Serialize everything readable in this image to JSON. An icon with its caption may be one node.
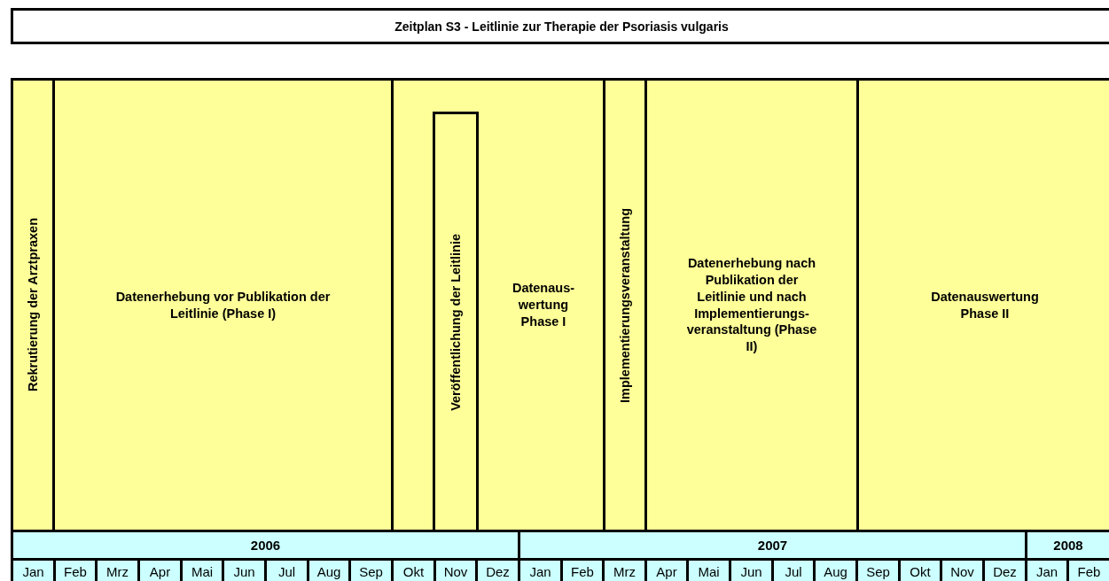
{
  "diagram": {
    "title": "Zeitplan S3 - Leitlinie zur Therapie der Psoriasis vulgaris",
    "nodes": [
      {
        "text": [
          "Rekrutierung der Arztpraxen"
        ]
      },
      {
        "text": [
          "Datenerhebung vor Publikation der Leitlinie (Phase I)"
        ]
      },
      {
        "text": [
          "Datenaus- wertung Phase I"
        ]
      },
      {
        "text": [
          "Veröffentlichung der Leitlinie"
        ],
        "in": 2
      },
      {
        "text": [
          "Implementierungsveranstaltung"
        ]
      },
      {
        "text": [
          "Datenerhebung nach Publikation der Leitlinie und nach Implementierungs- veranstaltung (Phase II)"
        ]
      },
      {
        "text": [
          "Datenauswertung Phase II"
        ]
      }
    ],
    "edges": [],
    "labels": [
      "2006",
      "2007",
      "2008",
      "Jan",
      "Feb",
      "Mrz",
      "Apr",
      "Mai",
      "Jun",
      "Jul",
      "Aug",
      "Sep",
      "Okt",
      "Nov",
      "Dez",
      "Jan",
      "Feb",
      "Mrz",
      "Apr",
      "Mai",
      "Jun",
      "Jul",
      "Aug",
      "Sep",
      "Okt",
      "Nov",
      "Dez",
      "Jan",
      "Feb"
    ]
  }
}
